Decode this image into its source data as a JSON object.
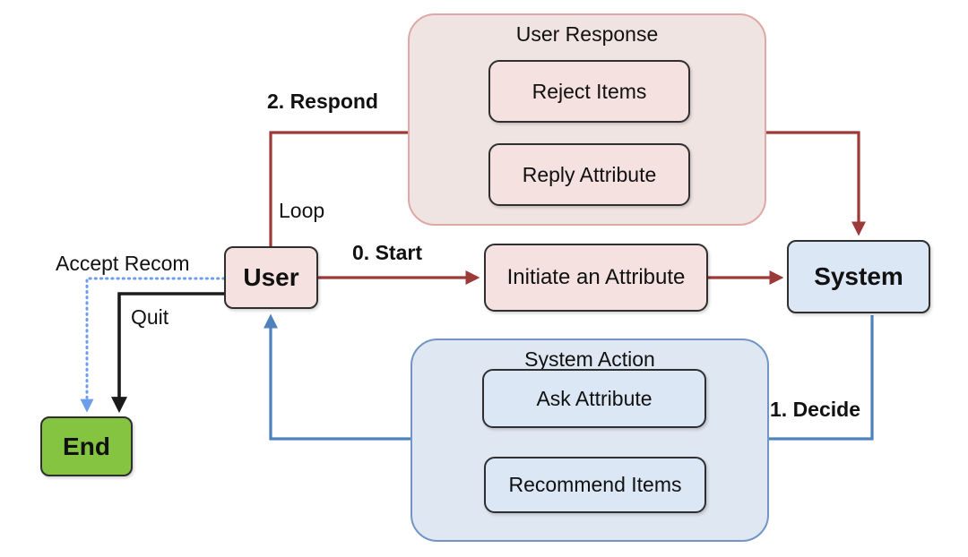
{
  "diagram": {
    "title_hint": "Conversational recommendation interaction loop",
    "groups": {
      "user_response": {
        "title": "User Response"
      },
      "system_action": {
        "title": "System Action"
      }
    },
    "nodes": {
      "user": {
        "label": "User"
      },
      "system": {
        "label": "System"
      },
      "end": {
        "label": "End"
      },
      "initiate_attribute": {
        "label": "Initiate an Attribute"
      },
      "reject_items": {
        "label": "Reject Items"
      },
      "reply_attribute": {
        "label": "Reply Attribute"
      },
      "ask_attribute": {
        "label": "Ask Attribute"
      },
      "recommend_items": {
        "label": "Recommend Items"
      }
    },
    "edge_labels": {
      "start": "0. Start",
      "decide": "1. Decide",
      "respond": "2. Respond",
      "loop": "Loop",
      "quit": "Quit",
      "accept": "Accept Recom"
    },
    "colors": {
      "user_flow_red": "#9c3a38",
      "system_flow_blue": "#4f81bd",
      "accept_flow_lightblue": "#6d9eeb",
      "quit_flow_black": "#1a1a1a",
      "pink_node_fill": "#f5e1e0",
      "pink_group_fill": "#f0e4e3",
      "pink_group_border": "#dda8a5",
      "blue_node_fill": "#dce7f5",
      "blue_group_fill": "#dfe7f2",
      "blue_group_border": "#7195c5",
      "end_green_fill": "#85c441",
      "node_border": "#2f2f2f"
    }
  }
}
